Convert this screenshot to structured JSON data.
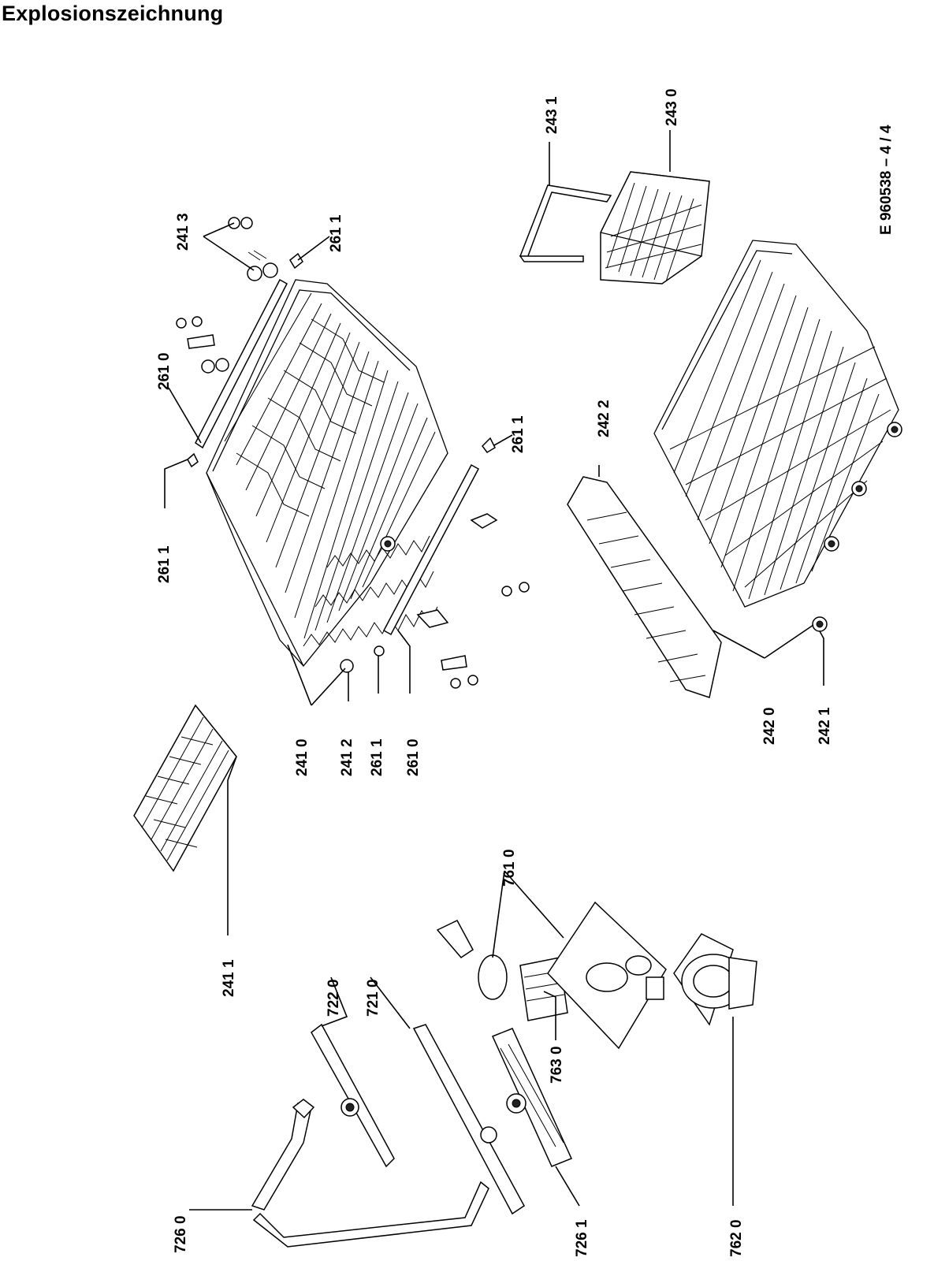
{
  "title": "Explosionszeichnung",
  "drawing_code": "E  960538 – 4 / 4",
  "callouts": {
    "c2413": "241 3",
    "c2611_top": "261 1",
    "c2610_top": "261 0",
    "c2611_left": "261 1",
    "c2611_mid": "261 1",
    "c2422": "242 2",
    "c2431": "243 1",
    "c2430": "243 0",
    "c2410": "241 0",
    "c2412": "241 2",
    "c2611_low": "261 1",
    "c2610_low": "261 0",
    "c2420": "242  0",
    "c2421": "242  1",
    "c2411": "241 1",
    "c7220": "722 0",
    "c7210": "721 0",
    "c7610": "761 0",
    "c7630": "763 0",
    "c7260": "726  0",
    "c7261": "726 1",
    "c7620": "762 0"
  }
}
